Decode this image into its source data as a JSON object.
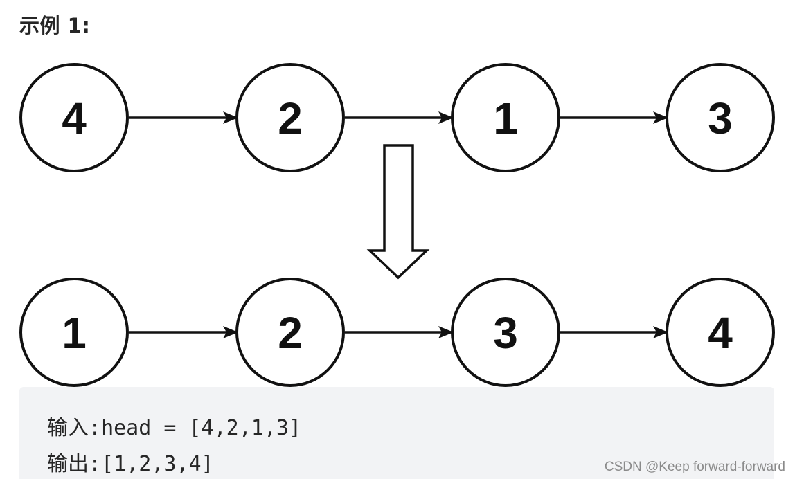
{
  "title": "示例 1:",
  "diagram": {
    "before": [
      "4",
      "2",
      "1",
      "3"
    ],
    "after": [
      "1",
      "2",
      "3",
      "4"
    ]
  },
  "code": {
    "input_label": "输入:",
    "input_value": "head = [4,2,1,3]",
    "output_label": "输出:",
    "output_value": "[1,2,3,4]"
  },
  "watermark": "CSDN @Keep forward-forward"
}
